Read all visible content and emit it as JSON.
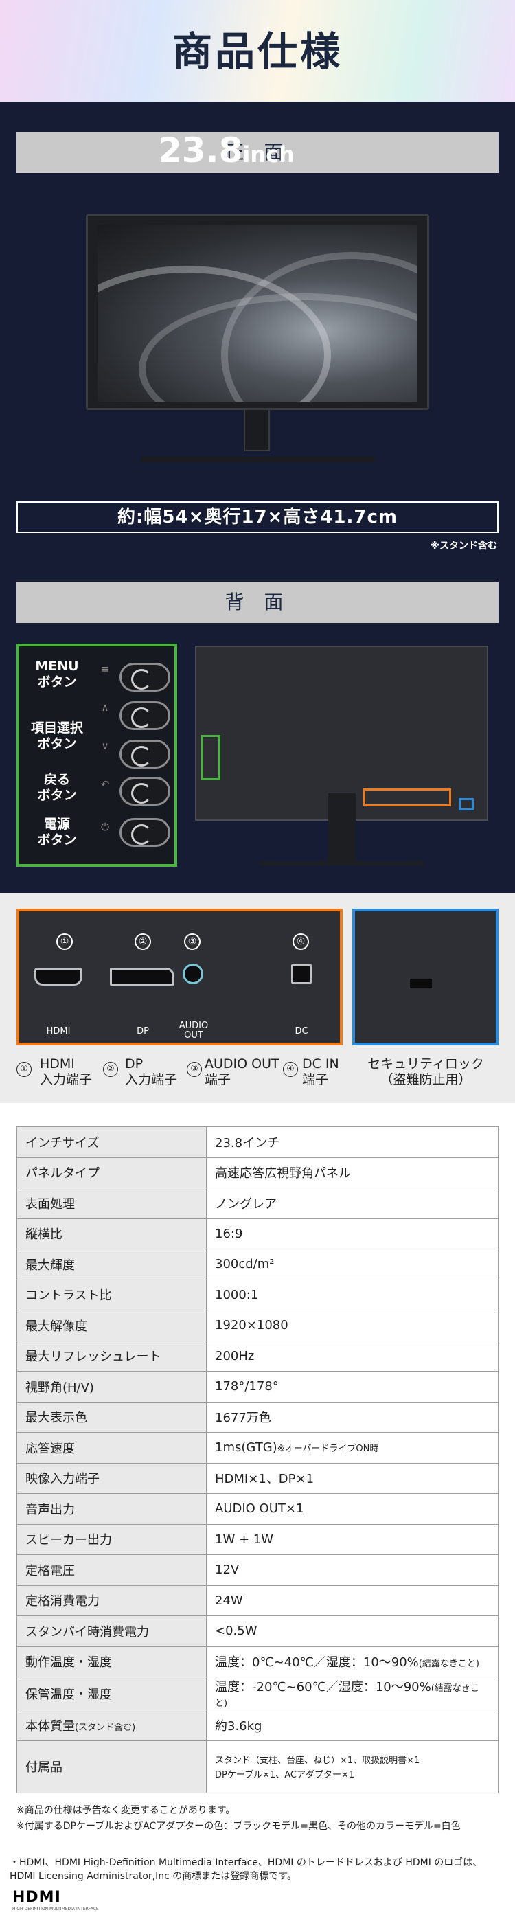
{
  "title": "商品仕様",
  "front": {
    "section_label": "正 面",
    "size_number": "23.8",
    "size_unit": "inch",
    "dimensions": "約:幅54×奥行17×高さ41.7cm",
    "dimensions_note": "※スタンド含む"
  },
  "back": {
    "section_label": "背 面",
    "buttons": [
      {
        "label_line1": "MENU",
        "label_line2": "ボタン"
      },
      {
        "label_line1": "項目選択",
        "label_line2": "ボタン"
      },
      {
        "label_line1": "戻る",
        "label_line2": "ボタン"
      },
      {
        "label_line1": "電源",
        "label_line2": "ボタン"
      }
    ]
  },
  "ports": {
    "items": [
      {
        "num": "①",
        "panel_label": "HDMI",
        "caption_line1": "HDMI",
        "caption_line2": "入力端子"
      },
      {
        "num": "②",
        "panel_label": "DP",
        "caption_line1": "DP",
        "caption_line2": "入力端子"
      },
      {
        "num": "③",
        "panel_label": "AUDIO\nOUT",
        "caption_line1": "AUDIO OUT",
        "caption_line2": "端子"
      },
      {
        "num": "④",
        "panel_label": "DC",
        "caption_line1": "DC IN",
        "caption_line2": "端子"
      }
    ],
    "security_caption_line1": "セキュリティロック",
    "security_caption_line2": "（盗難防止用）"
  },
  "spec": [
    {
      "key": "インチサイズ",
      "value": "23.8インチ"
    },
    {
      "key": "パネルタイプ",
      "value": "高速応答広視野角パネル"
    },
    {
      "key": "表面処理",
      "value": "ノングレア"
    },
    {
      "key": "縦横比",
      "value": "16:9"
    },
    {
      "key": "最大輝度",
      "value": "300cd/m²"
    },
    {
      "key": "コントラスト比",
      "value": "1000:1"
    },
    {
      "key": "最大解像度",
      "value": "1920×1080"
    },
    {
      "key": "最大リフレッシュレート",
      "value": "200Hz"
    },
    {
      "key": "視野角(H/V)",
      "value": "178°/178°"
    },
    {
      "key": "最大表示色",
      "value": "1677万色"
    },
    {
      "key": "応答速度",
      "value": "1ms(GTG)",
      "value_note": "※オーバードライブON時"
    },
    {
      "key": "映像入力端子",
      "value": "HDMI×1、DP×1"
    },
    {
      "key": "音声出力",
      "value": "AUDIO OUT×1"
    },
    {
      "key": "スピーカー出力",
      "value": "1W + 1W"
    },
    {
      "key": "定格電圧",
      "value": "12V"
    },
    {
      "key": "定格消費電力",
      "value": "24W"
    },
    {
      "key": "スタンバイ時消費電力",
      "value": "<0.5W"
    },
    {
      "key": "動作温度・湿度",
      "value": "温度：0℃~40℃／湿度：10～90%",
      "value_note": "(結露なきこと)"
    },
    {
      "key": "保管温度・湿度",
      "value": "温度：-20℃~60℃／湿度：10～90%",
      "value_note": "(結露なきこと)"
    },
    {
      "key": "本体質量",
      "key_note": "(スタンド含む)",
      "value": "約3.6kg"
    },
    {
      "key": "付属品",
      "value": "スタンド（支柱、台座、ねじ）×1、取扱説明書×1",
      "value_line2": "DPケーブル×1、ACアダプター×1"
    }
  ],
  "footnotes": [
    "※商品の仕様は予告なく変更することがあります。",
    "※付属するDPケーブルおよびACアダプターの色：ブラックモデル=黒色、その他のカラーモデル=白色"
  ],
  "legal": {
    "line1": "・HDMI、HDMI High-Definition Multimedia Interface、HDMI のトレードドレスおよび HDMI のロゴは、",
    "line2": "HDMI Licensing Administrator,Inc の商標または登録商標です。",
    "logo": "HDMI",
    "logo_sub": "HIGH-DEFINITION MULTIMEDIA INTERFACE"
  },
  "colors": {
    "navy": "#151c33",
    "green_highlight": "#4bb340",
    "orange_highlight": "#ef7a1b",
    "blue_highlight": "#2d8bd9"
  }
}
